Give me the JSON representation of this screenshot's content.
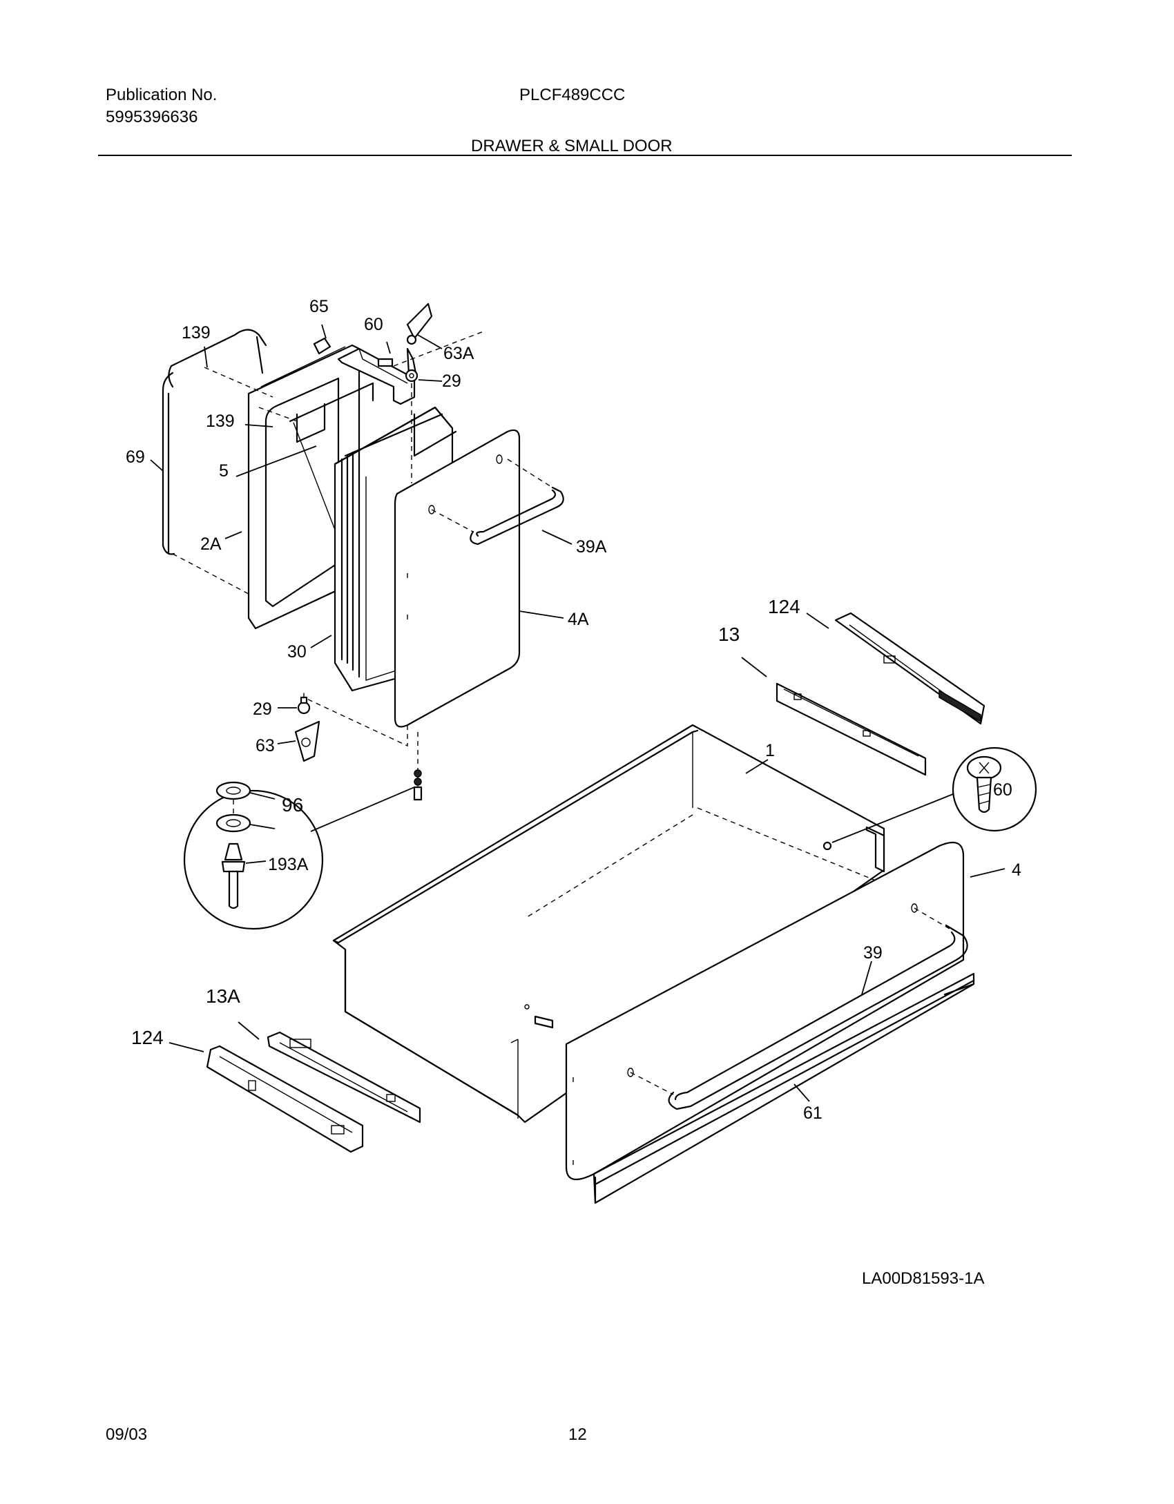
{
  "header": {
    "publication_label": "Publication No.",
    "publication_number": "5995396636",
    "model": "PLCF489CCC",
    "section_title": "DRAWER & SMALL DOOR"
  },
  "diagram": {
    "callouts": {
      "c65": "65",
      "c139a": "139",
      "c60a": "60",
      "c63A": "63A",
      "c29a": "29",
      "c139b": "139",
      "c5": "5",
      "c69": "69",
      "c2A": "2A",
      "c39A": "39A",
      "c4A": "4A",
      "c30": "30",
      "c124a": "124",
      "c13": "13",
      "c1": "1",
      "c29b": "29",
      "c63": "63",
      "c60b": "60",
      "c96": "96",
      "c193A": "193A",
      "c4": "4",
      "c39": "39",
      "c13A": "13A",
      "c124b": "124",
      "c61": "61"
    },
    "drawing_id": "LA00D81593-1A"
  },
  "footer": {
    "date": "09/03",
    "page": "12"
  }
}
